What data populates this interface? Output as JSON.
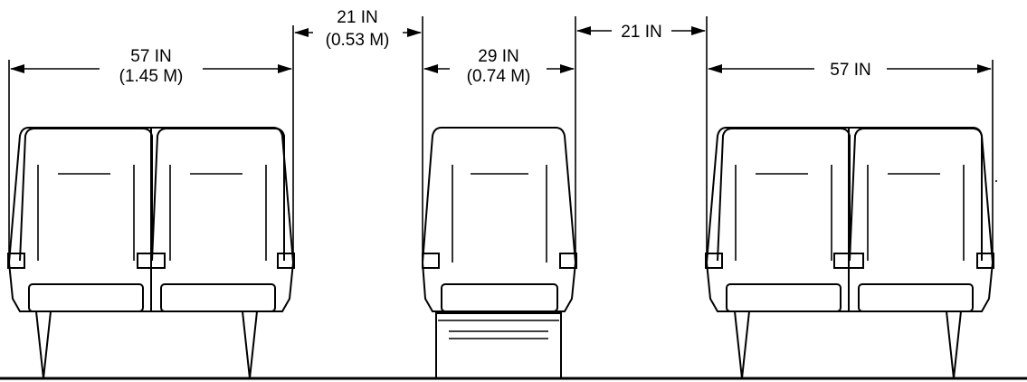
{
  "dimensions": {
    "double_seat_left": {
      "value_in": "57 IN",
      "value_m": "(1.45 M)"
    },
    "aisle_left": {
      "value_in": "21 IN",
      "value_m": "(0.53 M)"
    },
    "single_seat": {
      "value_in": "29 IN",
      "value_m": "(0.74 M)"
    },
    "aisle_right": {
      "value_in": "21 IN"
    },
    "double_seat_right": {
      "value_in": "57 IN"
    }
  },
  "colors": {
    "stroke": "#000000",
    "background": "#ffffff"
  }
}
